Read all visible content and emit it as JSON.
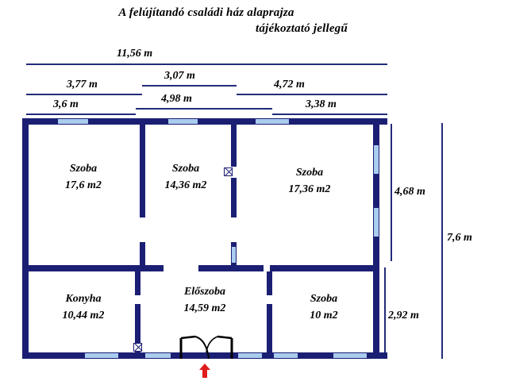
{
  "title": {
    "line1": "A felújítandó családi ház alaprajza",
    "line2": "tájékoztató jellegű"
  },
  "dimensions": {
    "overall_width": "11,56 m",
    "overall_height": "7,6 m",
    "top_row_2": {
      "left": "3,77 m",
      "middle": "3,07 m",
      "right": "4,72 m"
    },
    "top_row_3": {
      "left": "3,6 m",
      "middle": "4,98 m",
      "right": "3,38 m"
    },
    "right_upper": "4,68 m",
    "right_lower": "2,92 m"
  },
  "rooms": [
    {
      "name": "Szoba",
      "area": "17,6 m2"
    },
    {
      "name": "Szoba",
      "area": "14,36 m2"
    },
    {
      "name": "Szoba",
      "area": "17,36 m2"
    },
    {
      "name": "Konyha",
      "area": "10,44 m2"
    },
    {
      "name": "Előszoba",
      "area": "14,59 m2"
    },
    {
      "name": "Szoba",
      "area": "10 m2"
    }
  ],
  "symbols": {
    "entry_arrow": "up-arrow-icon",
    "entry_door": "double-door-icon",
    "interior_door_1": "door-x-icon",
    "interior_door_2": "door-x-icon"
  },
  "colors": {
    "wall": "#1b1f73",
    "window": "#aaccee",
    "dimension_line": "#232b7a",
    "arrow": "#e01b1b",
    "background": "#ffffff",
    "text": "#000000"
  }
}
